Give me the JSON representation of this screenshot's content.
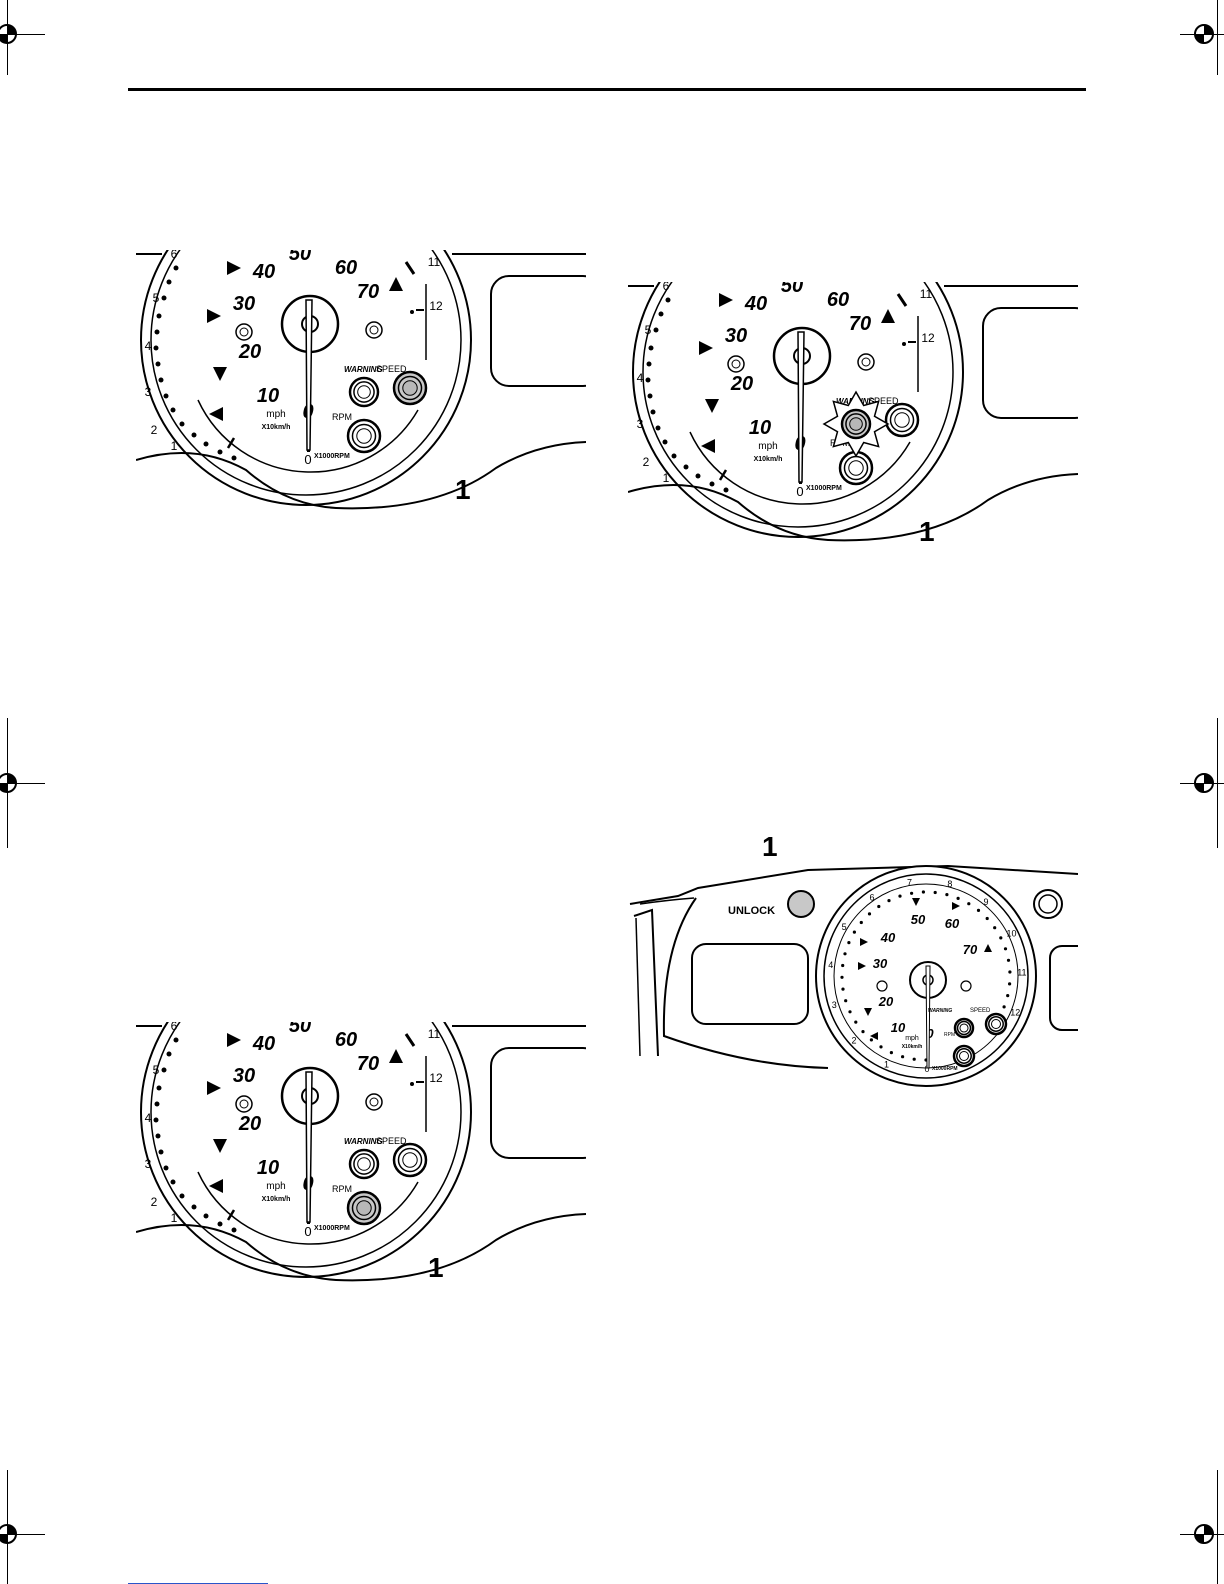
{
  "figures": {
    "fig1": {
      "callout": "1",
      "highlighted_button": "SPEED"
    },
    "fig2": {
      "callout": "1",
      "highlighted_button": "WARNING"
    },
    "fig3": {
      "callout": "1",
      "highlighted_button": "RPM"
    },
    "fig4": {
      "callout": "1",
      "unlock_label": "UNLOCK"
    }
  },
  "gauge": {
    "speed_labels": [
      "10",
      "20",
      "30",
      "40",
      "50",
      "60",
      "70"
    ],
    "rpm_labels": [
      "0",
      "1",
      "2",
      "3",
      "4",
      "5",
      "6",
      "7",
      "8",
      "9",
      "10",
      "11",
      "12"
    ],
    "zero": "0",
    "mph": "mph",
    "kmh": "X10km/h",
    "rpm_unit": "X1000RPM",
    "warning": "WARNING",
    "speed": "SPEED",
    "rpm": "RPM"
  },
  "colors": {
    "ink": "#000000",
    "button_fill": "#c8c8c8",
    "link_rule": "#2a55c9"
  }
}
